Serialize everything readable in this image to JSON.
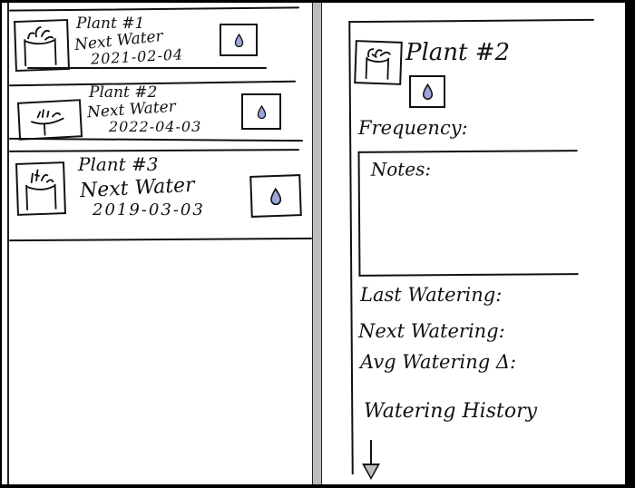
{
  "colors": {
    "frame": "#000000",
    "panel": "#ffffff",
    "divider": "#bcbcbc",
    "ink": "#111111",
    "water_drop": "#9aa6d8"
  },
  "plant_list": {
    "items": [
      {
        "name": "Plant #1",
        "next_label": "Next Water",
        "next_date": "2021-02-04",
        "thumb_icon": "plant-pot-icon",
        "water_icon": "water-drop-icon"
      },
      {
        "name": "Plant #2",
        "next_label": "Next Water",
        "next_date": "2022-04-03",
        "thumb_icon": "plant-pot-icon",
        "water_icon": "water-drop-icon"
      },
      {
        "name": "Plant #3",
        "next_label": "Next Water",
        "next_date": "2019-03-03",
        "thumb_icon": "plant-pot-icon",
        "water_icon": "water-drop-icon"
      }
    ]
  },
  "plant_detail": {
    "title": "Plant #2",
    "thumb_icon": "plant-pot-icon",
    "water_icon": "water-drop-icon",
    "frequency_label": "Frequency:",
    "notes_label": "Notes:",
    "last_watering_label": "Last Watering:",
    "next_watering_label": "Next Watering:",
    "avg_watering_label": "Avg Watering Δ:",
    "history_label": "Watering History",
    "scroll_icon": "scroll-down-arrow-icon"
  }
}
